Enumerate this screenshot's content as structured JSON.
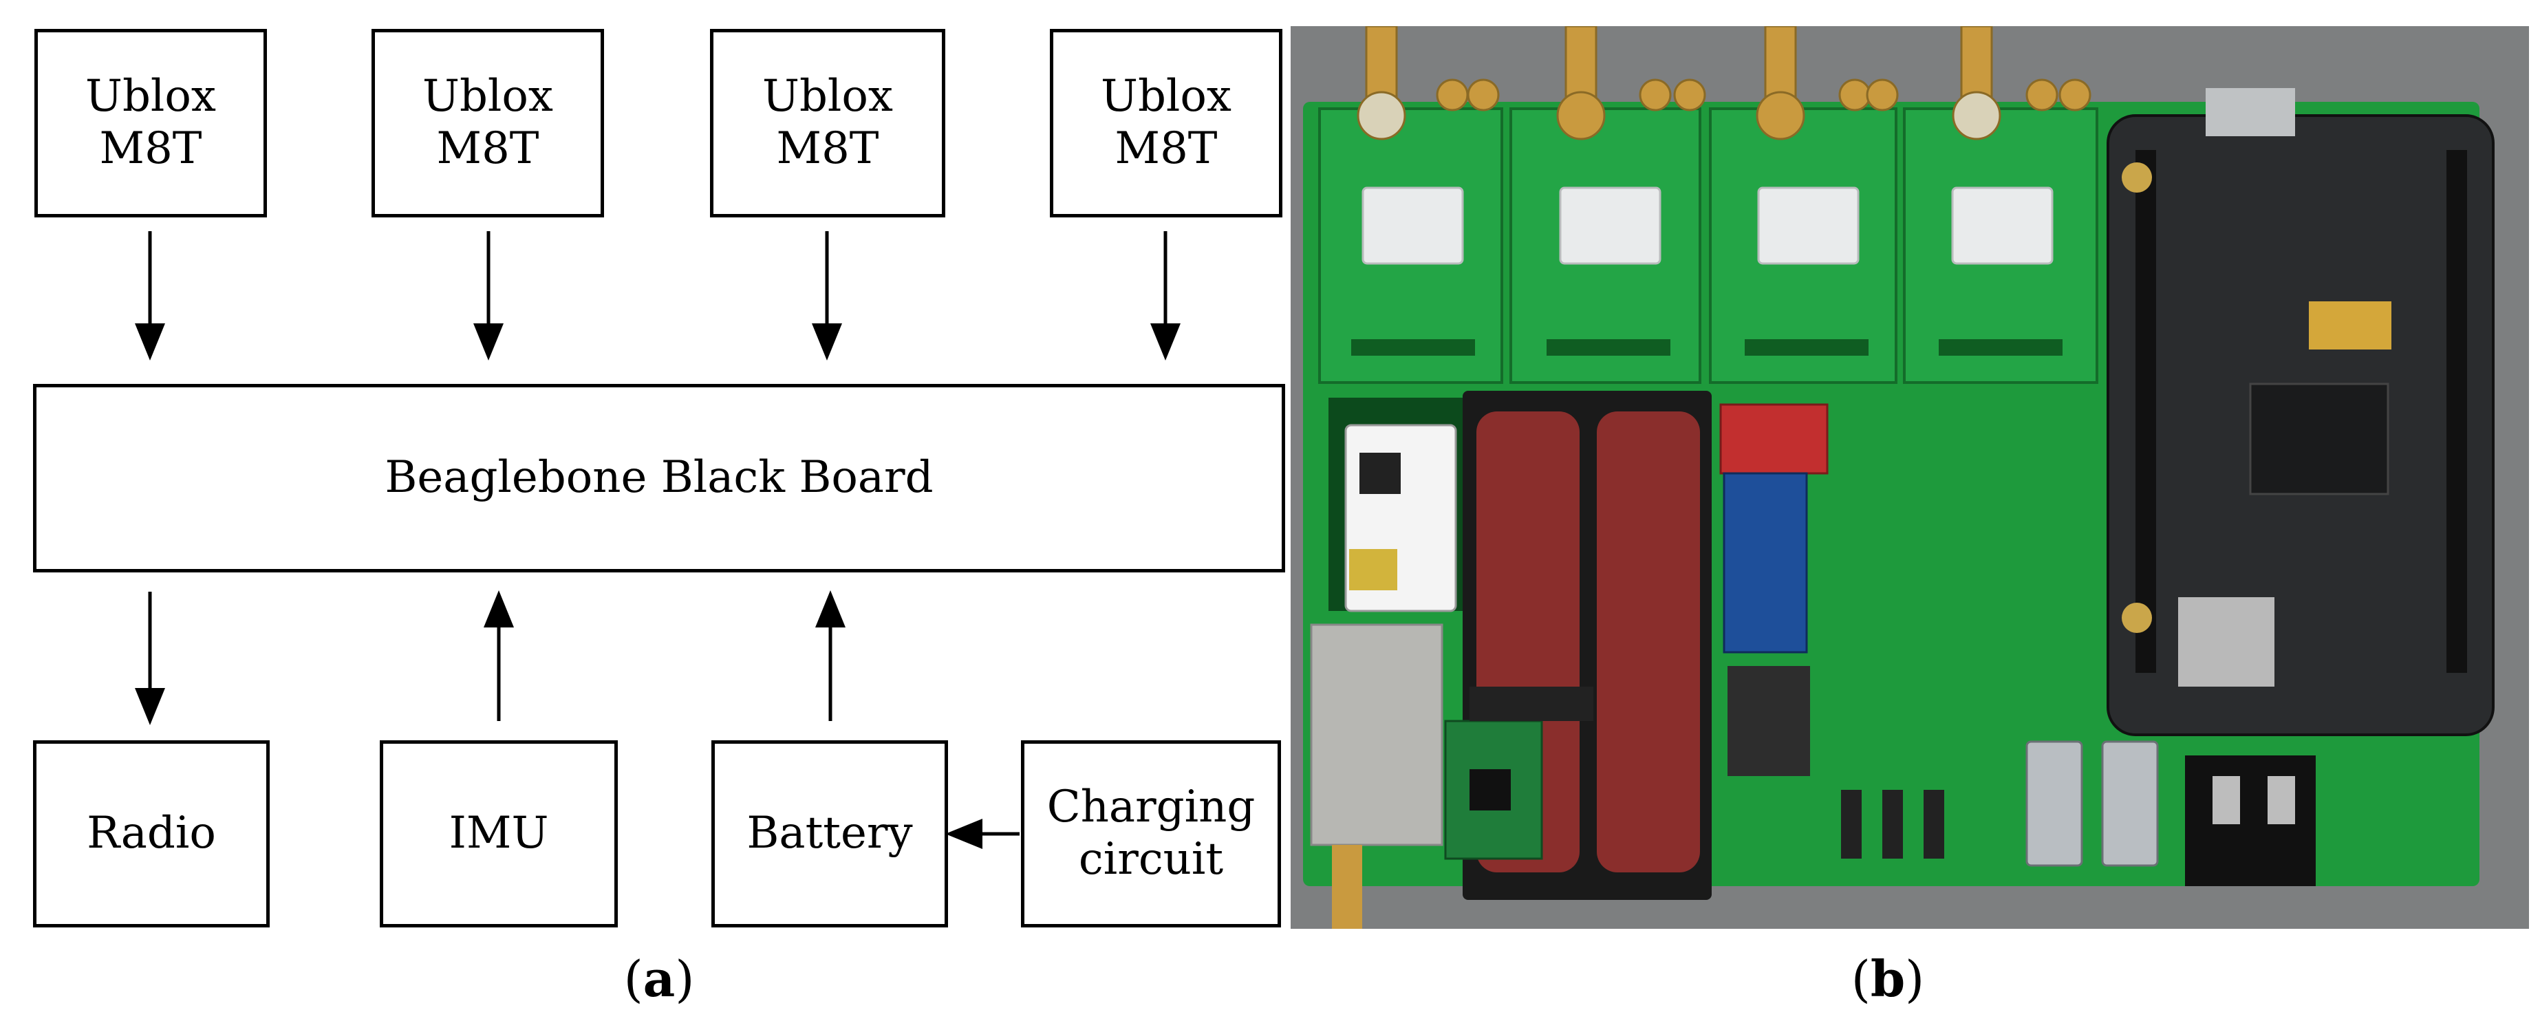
{
  "panel_a": {
    "gnss_modules": [
      {
        "label": "Ublox\nM8T"
      },
      {
        "label": "Ublox\nM8T"
      },
      {
        "label": "Ublox\nM8T"
      },
      {
        "label": "Ublox\nM8T"
      }
    ],
    "main_board": {
      "label": "Beaglebone Black Board"
    },
    "peripherals": {
      "radio": "Radio",
      "imu": "IMU",
      "battery": "Battery",
      "charging": "Charging\ncircuit"
    },
    "caption": {
      "open": "(",
      "letter": "a",
      "close": ")"
    }
  },
  "panel_b": {
    "caption": {
      "open": "(",
      "letter": "b",
      "close": ")"
    },
    "colors": {
      "pcb": "#1e9a3c",
      "battery": "#8a2e2c",
      "beaglebone": "#2a2c2e",
      "background": "#7d7f80"
    }
  }
}
